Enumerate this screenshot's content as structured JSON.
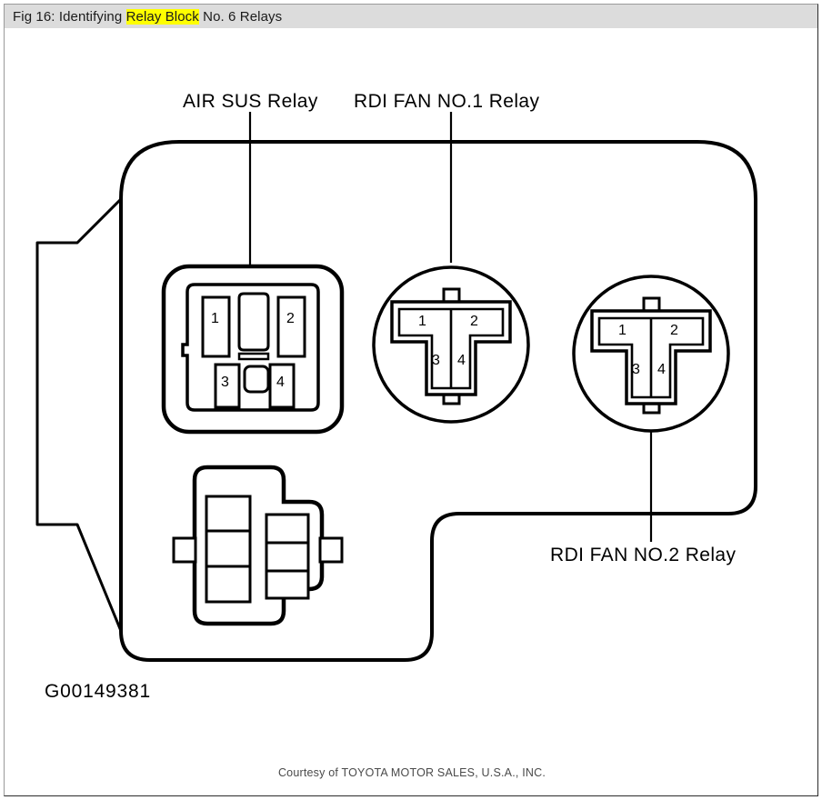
{
  "titlebar": {
    "prefix": "Fig 16: Identifying ",
    "highlight": "Relay Block",
    "suffix": " No. 6 Relays",
    "highlight_color": "#ffff00",
    "background_color": "#dcdcdc"
  },
  "diagram": {
    "figure_id": "G00149381",
    "line_color": "#000000",
    "labels": [
      {
        "text": "AIR SUS Relay",
        "target": "square-relay-socket"
      },
      {
        "text": "RDI FAN NO.1 Relay",
        "target": "round-relay-1"
      },
      {
        "text": "RDI FAN NO.2 Relay",
        "target": "round-relay-2"
      }
    ],
    "components": [
      {
        "name": "square-relay-socket",
        "label": "AIR SUS Relay",
        "shape": "square",
        "terminals": [
          "1",
          "2",
          "3",
          "4"
        ],
        "cavities": 2
      },
      {
        "name": "round-relay-1",
        "label": "RDI FAN NO.1 Relay",
        "shape": "circle",
        "terminals": [
          "1",
          "2",
          "3",
          "4"
        ],
        "tabs": 2
      },
      {
        "name": "round-relay-2",
        "label": "RDI FAN NO.2 Relay",
        "shape": "circle",
        "terminals": [
          "1",
          "2",
          "3",
          "4"
        ],
        "tabs": 2
      },
      {
        "name": "multi-pin-connector",
        "label": "",
        "shape": "connector",
        "terminals": [],
        "cells": 6
      }
    ]
  },
  "footer": {
    "courtesy": "Courtesy of TOYOTA MOTOR SALES, U.S.A., INC."
  }
}
